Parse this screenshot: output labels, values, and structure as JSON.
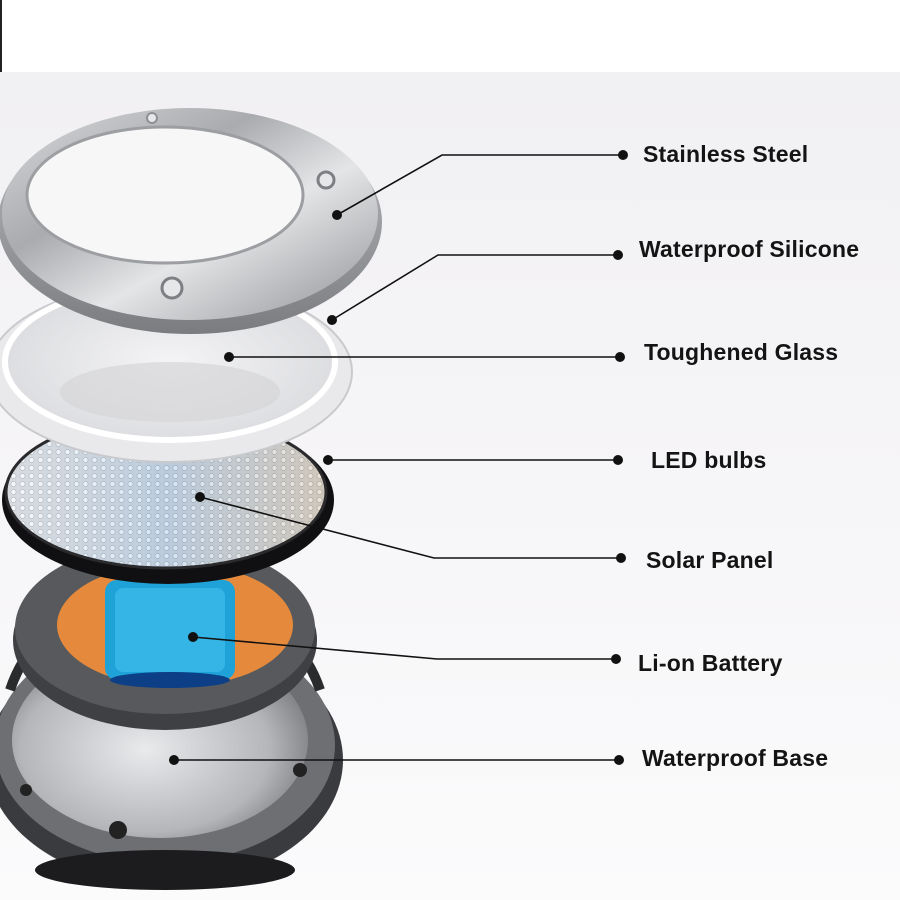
{
  "diagram": {
    "labels": {
      "stainless_steel": "Stainless Steel",
      "waterproof_silicone": "Waterproof Silicone",
      "toughened_glass": "Toughened Glass",
      "led_bulbs": "LED bulbs",
      "solar_panel": "Solar Panel",
      "li_on_battery": "Li-on Battery",
      "waterproof_base": "Waterproof Base"
    }
  }
}
